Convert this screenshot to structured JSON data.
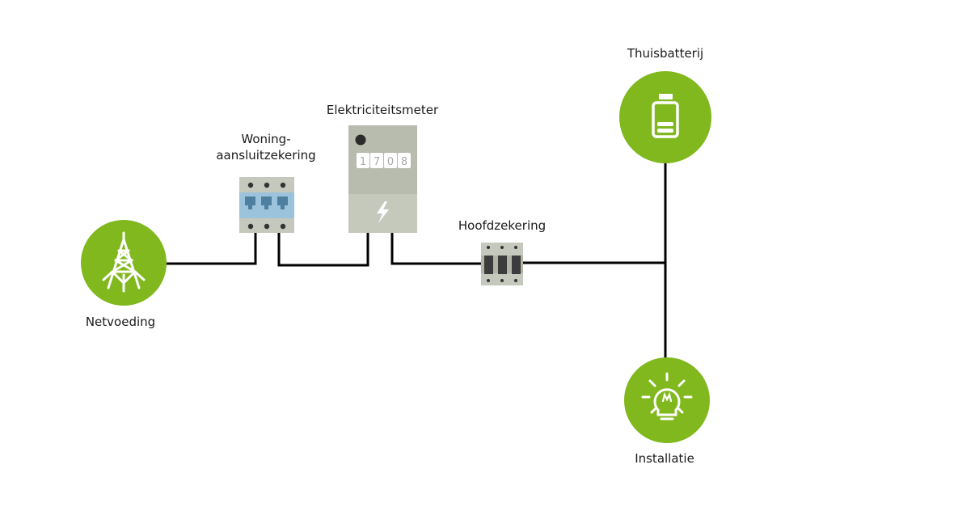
{
  "diagram": {
    "colors": {
      "accent_green": "#80b81d",
      "wire": "#000000",
      "device_gray": "#c5c8bc",
      "meter_gray": "#b7bcae",
      "meter_lower": "#c4c9bc",
      "fuse_blue": "#9bc4dc",
      "fuse_blue_dark": "#4f7f9e",
      "slot_dark": "#3c3c3c",
      "icon_white": "#ffffff"
    },
    "nodes": {
      "grid": {
        "label": "Netvoeding",
        "icon": "transmission-tower-icon"
      },
      "house_fuse": {
        "label_line1": "Woning-",
        "label_line2": "aansluitzekering",
        "icon": "three-pole-fuse-icon"
      },
      "meter": {
        "label": "Elektriciteitsmeter",
        "digits": [
          "1",
          "7",
          "0",
          "8"
        ],
        "icon": "lightning-bolt-icon"
      },
      "main_fuse": {
        "label": "Hoofdzekering",
        "icon": "main-breaker-icon"
      },
      "battery": {
        "label": "Thuisbatterij",
        "icon": "battery-icon"
      },
      "installation": {
        "label": "Installatie",
        "icon": "lightbulb-icon"
      }
    },
    "connections": [
      {
        "from": "grid",
        "to": "house_fuse"
      },
      {
        "from": "house_fuse",
        "to": "meter"
      },
      {
        "from": "meter",
        "to": "main_fuse"
      },
      {
        "from": "main_fuse",
        "to": "junction"
      },
      {
        "from": "junction",
        "to": "battery"
      },
      {
        "from": "junction",
        "to": "installation"
      }
    ]
  }
}
